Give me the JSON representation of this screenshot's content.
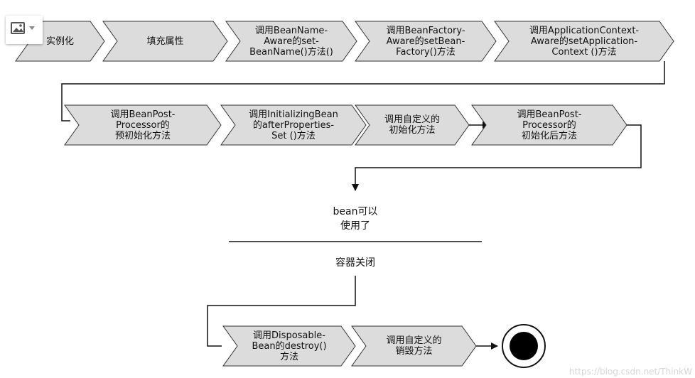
{
  "steps": {
    "instantiate": "实例化",
    "populate_properties": "填充属性",
    "bean_name_aware": "调用BeanName-\nAware的set-\nBeanName()方法()",
    "bean_factory_aware": "调用BeanFactory-\nAware的setBean-\nFactory()方法",
    "application_context_aware": "调用ApplicationContext-\nAware的setApplication-\nContext ()方法",
    "post_processor_before_init": "调用BeanPost-\nProcessor的\n预初始化方法",
    "initializing_bean": "调用InitializingBean\n的afterProperties-\nSet ()方法",
    "custom_init": "调用自定义的\n初始化方法",
    "post_processor_after_init": "调用BeanPost-\nProcessor的\n初始化后方法",
    "disposable_bean": "调用Disposable-\nBean的destroy()\n方法",
    "custom_destroy": "调用自定义的\n销毁方法"
  },
  "states": {
    "bean_ready": "bean可以\n使用了",
    "container_close": "容器关闭"
  },
  "watermark": "https://blog.csdn.net/ThinkW",
  "colors": {
    "box_fill": "#dcdcdc",
    "box_stroke": "#333333",
    "line": "#111111",
    "end_fill": "#000000"
  },
  "icons": {
    "image_widget": "image-icon",
    "dropdown": "caret-down-icon"
  }
}
